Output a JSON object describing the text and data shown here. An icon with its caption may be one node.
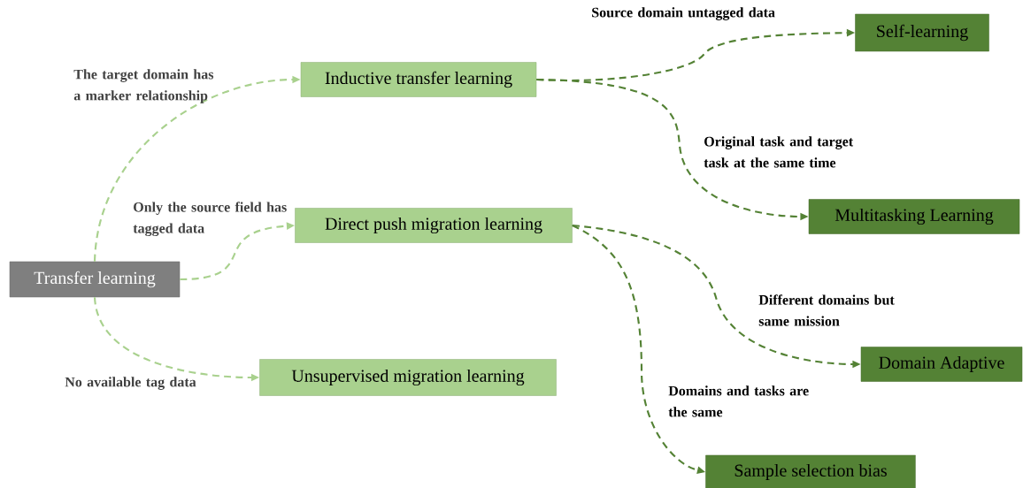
{
  "diagram": {
    "nodes": [
      {
        "text": [
          "Transfer learning"
        ]
      },
      {
        "text": [
          "Inductive transfer learning"
        ]
      },
      {
        "text": [
          "Direct push migration learning"
        ]
      },
      {
        "text": [
          "Unsupervised migration learning"
        ]
      },
      {
        "text": [
          "Self-learning"
        ]
      },
      {
        "text": [
          "Multitasking Learning"
        ]
      },
      {
        "text": [
          "Domain Adaptive"
        ]
      },
      {
        "text": [
          "Sample selection bias"
        ]
      }
    ],
    "edges": [
      {
        "from": 0,
        "to": 1,
        "arrow": "to",
        "label": "The target domain has a marker relationship",
        "style": "dashed",
        "color": "#a9d18e"
      },
      {
        "from": 0,
        "to": 2,
        "arrow": "to",
        "label": "Only the source field has tagged data",
        "style": "dashed",
        "color": "#a9d18e"
      },
      {
        "from": 0,
        "to": 3,
        "arrow": "to",
        "label": "No available tag data",
        "style": "dashed",
        "color": "#a9d18e"
      },
      {
        "from": 1,
        "to": 4,
        "arrow": "to",
        "label": "Source domain untagged data",
        "style": "dashed"
      },
      {
        "from": 1,
        "to": 5,
        "arrow": "to",
        "label": "Original task and target task at the same time",
        "style": "dashed"
      },
      {
        "from": 2,
        "to": 6,
        "arrow": "to",
        "label": "Different domains but same mission",
        "style": "dashed"
      },
      {
        "from": 2,
        "to": 7,
        "arrow": "to",
        "label": "Domains and tasks are the same",
        "style": "dashed"
      }
    ]
  }
}
